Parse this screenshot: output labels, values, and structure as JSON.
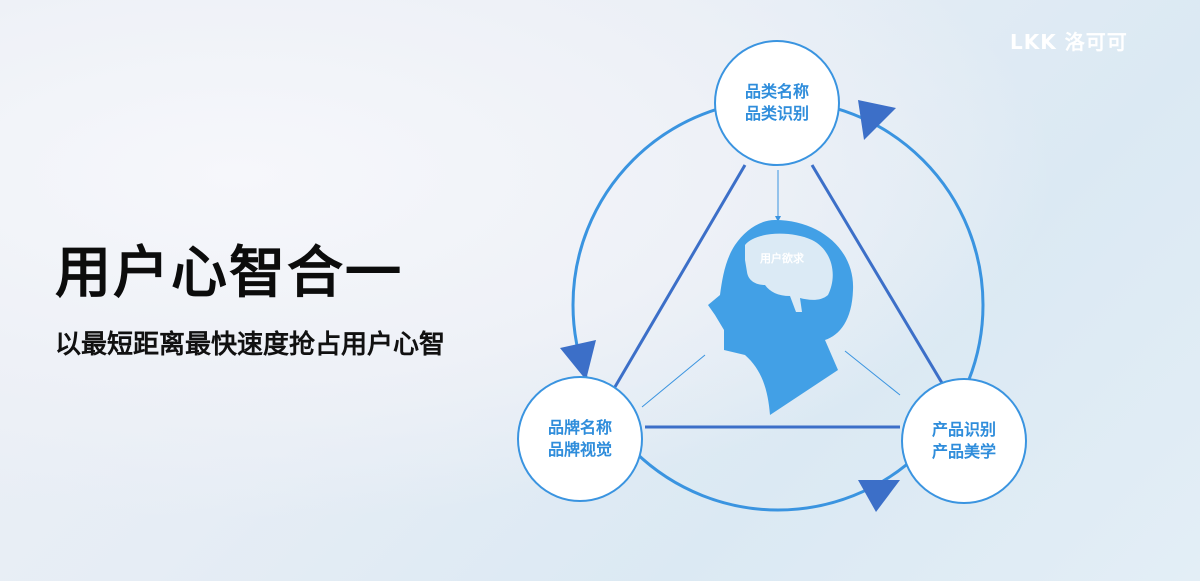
{
  "logo": "LKK 洛可可",
  "title": "用户心智合一",
  "subtitle": "以最短距离最快速度抢占用户心智",
  "center": {
    "label": "用户欲求"
  },
  "nodes": {
    "top": {
      "line1": "品类名称",
      "line2": "品类识别"
    },
    "left": {
      "line1": "品牌名称",
      "line2": "品牌视觉"
    },
    "right": {
      "line1": "产品识别",
      "line2": "产品美学"
    }
  },
  "colors": {
    "accent": "#3a94e0",
    "dark": "#3c6fc8",
    "head": "#42a0e6"
  }
}
